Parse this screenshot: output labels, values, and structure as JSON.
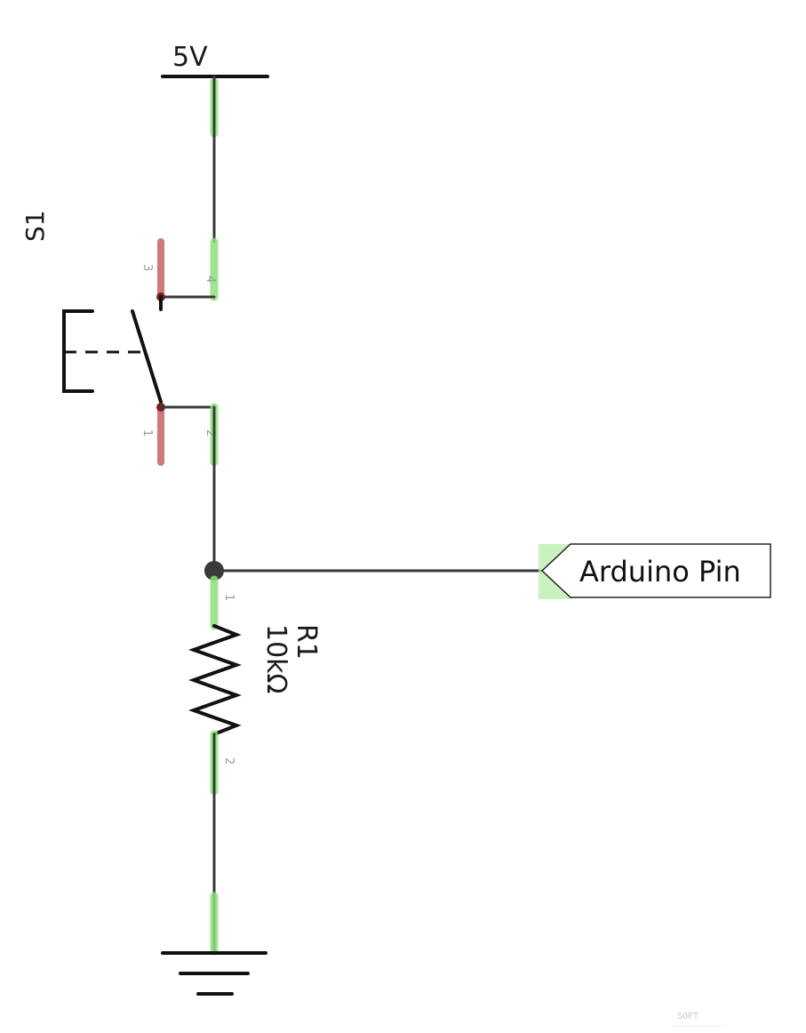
{
  "power": {
    "label": "5V"
  },
  "switch": {
    "label": "S1",
    "pins": {
      "p1": "1",
      "p2": "2",
      "p3": "3",
      "p4": "4"
    }
  },
  "resistor": {
    "label": "R1",
    "value": "10kΩ",
    "pins": {
      "p1": "1",
      "p2": "2"
    }
  },
  "net_label": {
    "text": "Arduino Pin"
  },
  "watermark": "SOFT",
  "colors": {
    "wire": "#3a3a3a",
    "symbol": "#111111",
    "connected_pin": "#8ee07e",
    "unconnected_pin": "#c76b6b"
  }
}
